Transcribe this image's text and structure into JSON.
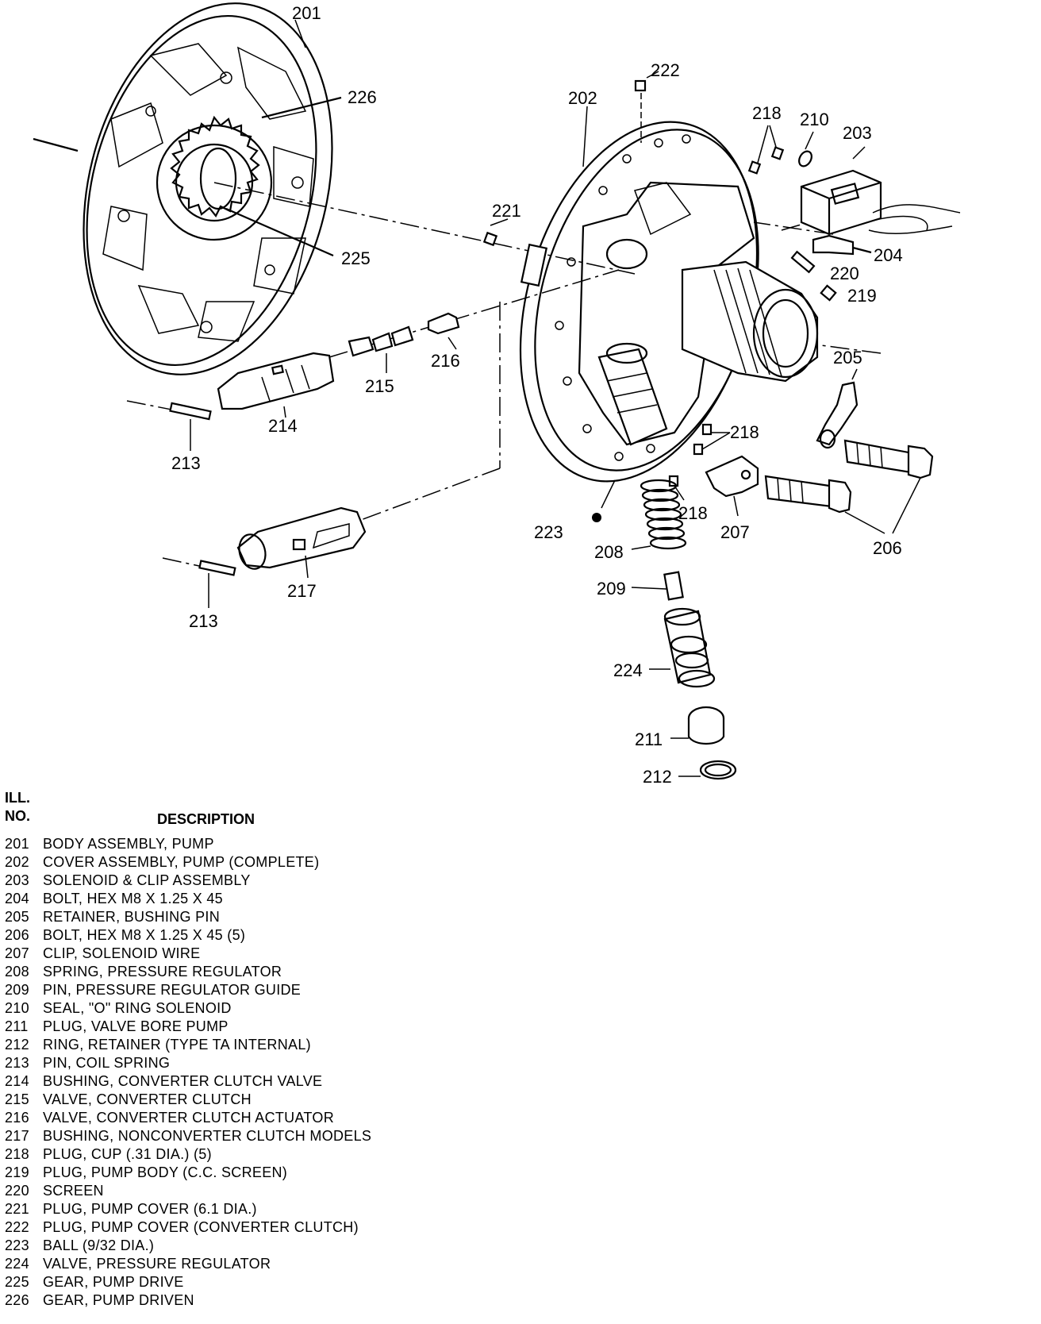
{
  "callouts": [
    {
      "id": "201",
      "label": "201"
    },
    {
      "id": "226",
      "label": "226"
    },
    {
      "id": "225",
      "label": "225"
    },
    {
      "id": "222",
      "label": "222"
    },
    {
      "id": "202",
      "label": "202"
    },
    {
      "id": "218a",
      "label": "218"
    },
    {
      "id": "210",
      "label": "210"
    },
    {
      "id": "203",
      "label": "203"
    },
    {
      "id": "221",
      "label": "221"
    },
    {
      "id": "204",
      "label": "204"
    },
    {
      "id": "220",
      "label": "220"
    },
    {
      "id": "219",
      "label": "219"
    },
    {
      "id": "216",
      "label": "216"
    },
    {
      "id": "215",
      "label": "215"
    },
    {
      "id": "214",
      "label": "214"
    },
    {
      "id": "205",
      "label": "205"
    },
    {
      "id": "218b",
      "label": "218"
    },
    {
      "id": "213a",
      "label": "213"
    },
    {
      "id": "218c",
      "label": "218"
    },
    {
      "id": "207",
      "label": "207"
    },
    {
      "id": "223",
      "label": "223"
    },
    {
      "id": "206",
      "label": "206"
    },
    {
      "id": "208",
      "label": "208"
    },
    {
      "id": "217",
      "label": "217"
    },
    {
      "id": "209",
      "label": "209"
    },
    {
      "id": "213b",
      "label": "213"
    },
    {
      "id": "224",
      "label": "224"
    },
    {
      "id": "211",
      "label": "211"
    },
    {
      "id": "212",
      "label": "212"
    }
  ],
  "legend": {
    "ill_header": "ILL.",
    "no_header": "NO.",
    "desc_header": "DESCRIPTION",
    "items": [
      {
        "no": "201",
        "desc": "BODY ASSEMBLY, PUMP"
      },
      {
        "no": "202",
        "desc": "COVER ASSEMBLY, PUMP (COMPLETE)"
      },
      {
        "no": "203",
        "desc": "SOLENOID & CLIP ASSEMBLY"
      },
      {
        "no": "204",
        "desc": "BOLT, HEX M8 X 1.25 X 45"
      },
      {
        "no": "205",
        "desc": "RETAINER, BUSHING PIN"
      },
      {
        "no": "206",
        "desc": "BOLT, HEX M8 X 1.25 X 45 (5)"
      },
      {
        "no": "207",
        "desc": "CLIP, SOLENOID WIRE"
      },
      {
        "no": "208",
        "desc": "SPRING, PRESSURE REGULATOR"
      },
      {
        "no": "209",
        "desc": "PIN, PRESSURE REGULATOR GUIDE"
      },
      {
        "no": "210",
        "desc": "SEAL, \"O\" RING SOLENOID"
      },
      {
        "no": "211",
        "desc": "PLUG, VALVE BORE PUMP"
      },
      {
        "no": "212",
        "desc": "RING, RETAINER (TYPE TA INTERNAL)"
      },
      {
        "no": "213",
        "desc": "PIN, COIL SPRING"
      },
      {
        "no": "214",
        "desc": "BUSHING, CONVERTER CLUTCH VALVE"
      },
      {
        "no": "215",
        "desc": "VALVE, CONVERTER CLUTCH"
      },
      {
        "no": "216",
        "desc": "VALVE, CONVERTER CLUTCH ACTUATOR"
      },
      {
        "no": "217",
        "desc": "BUSHING, NONCONVERTER CLUTCH MODELS"
      },
      {
        "no": "218",
        "desc": "PLUG, CUP (.31 DIA.) (5)"
      },
      {
        "no": "219",
        "desc": "PLUG, PUMP BODY (C.C. SCREEN)"
      },
      {
        "no": "220",
        "desc": "SCREEN"
      },
      {
        "no": "221",
        "desc": "PLUG, PUMP COVER (6.1 DIA.)"
      },
      {
        "no": "222",
        "desc": "PLUG, PUMP COVER (CONVERTER CLUTCH)"
      },
      {
        "no": "223",
        "desc": "BALL (9/32 DIA.)"
      },
      {
        "no": "224",
        "desc": "VALVE, PRESSURE REGULATOR"
      },
      {
        "no": "225",
        "desc": "GEAR, PUMP DRIVE"
      },
      {
        "no": "226",
        "desc": "GEAR, PUMP DRIVEN"
      }
    ]
  }
}
